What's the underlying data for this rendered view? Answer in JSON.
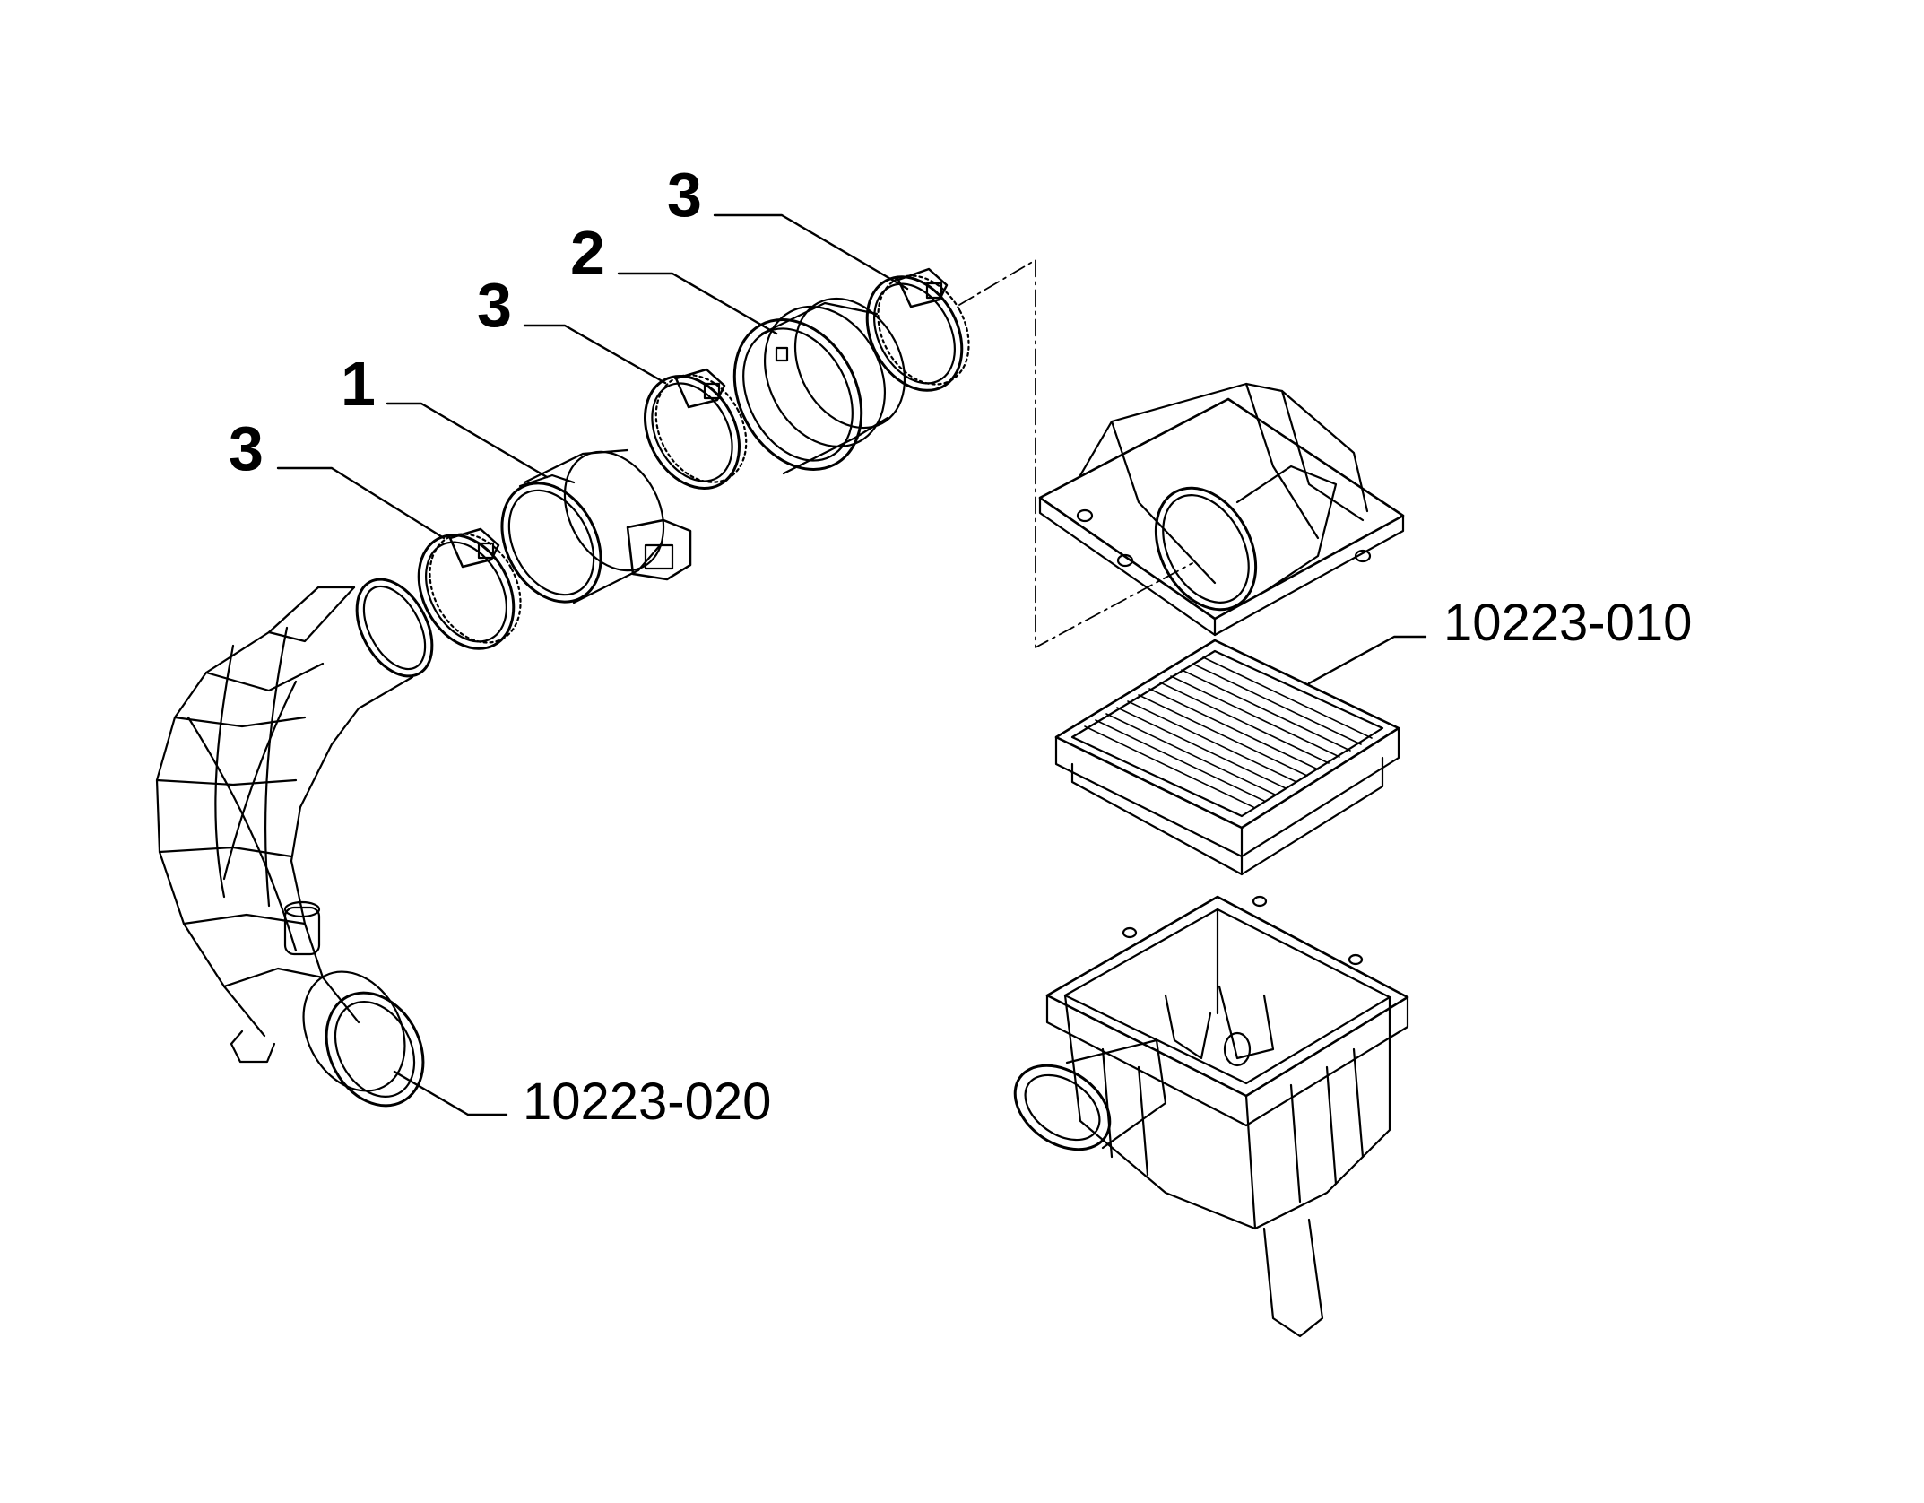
{
  "callouts": {
    "clamp_top": "3",
    "resonator": "2",
    "clamp_mid": "3",
    "airflow_meter": "1",
    "clamp_low": "3",
    "filter_ref": "10223-010",
    "hose_ref": "10223-020"
  },
  "colors": {
    "line": "#000000",
    "paper": "#ffffff"
  }
}
